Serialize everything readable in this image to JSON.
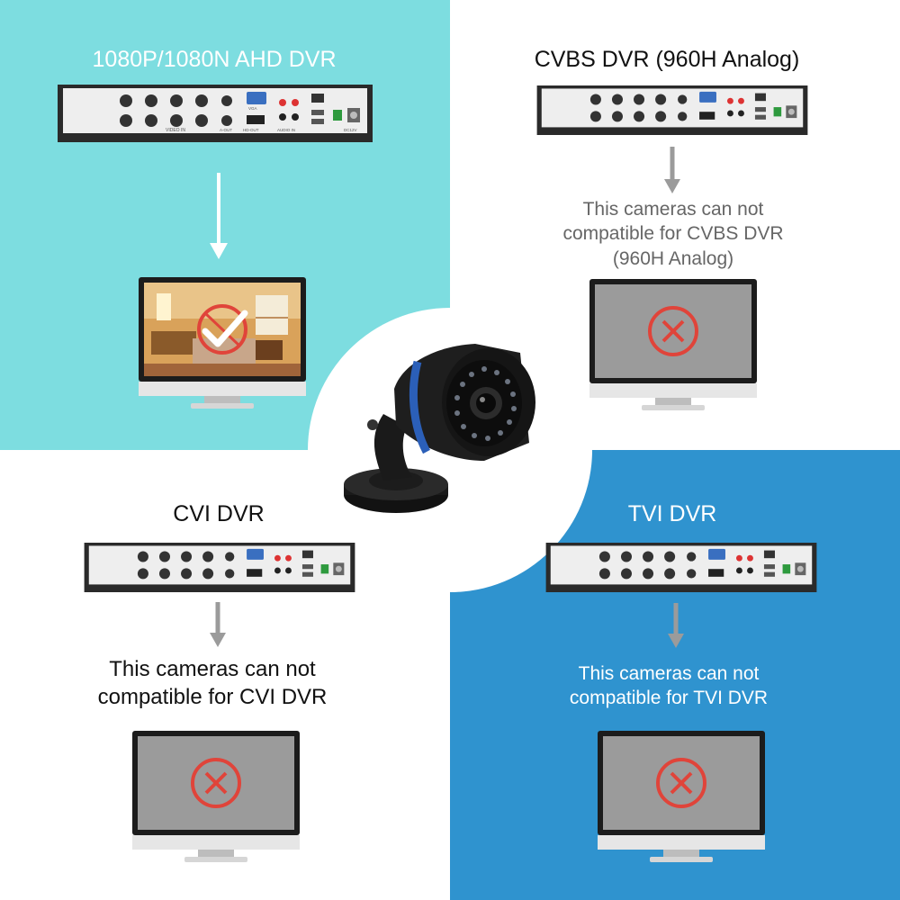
{
  "panels": {
    "ahd": {
      "title": "1080P/1080N AHD DVR",
      "title_color": "#ffffff",
      "dvr_labels": {
        "vga": "VGA",
        "video_in": "VIDEO IN",
        "a_out": "A-OUT",
        "hd_out": "HD-OUT",
        "audio_in": "AUDIO IN",
        "dc12v": "DC12V"
      },
      "result": "compatible"
    },
    "cvbs": {
      "title": "CVBS DVR (960H Analog)",
      "title_color": "#111111",
      "desc_lines": [
        "This cameras can not",
        "compatible for CVBS DVR",
        "(960H Analog)"
      ],
      "desc_color": "#666666",
      "result": "not-compatible"
    },
    "cvi": {
      "title": "CVI DVR",
      "title_color": "#111111",
      "desc_lines": [
        "This cameras can not",
        "compatible for CVI DVR"
      ],
      "desc_color": "#111111",
      "result": "not-compatible"
    },
    "tvi": {
      "title": "TVI DVR",
      "title_color": "#ffffff",
      "desc_lines": [
        "This cameras can not",
        "compatible for TVI DVR"
      ],
      "desc_color": "#ffffff",
      "result": "not-compatible"
    }
  },
  "colors": {
    "teal_bg": "#7ddde0",
    "blue_bg": "#2f93cf",
    "cross": "#e0443a",
    "check_screen": "#d9a25a",
    "arrow_white": "#ffffff",
    "arrow_gray": "#9b9b9b"
  },
  "icons": {
    "monitor": "imac-monitor-icon",
    "cross": "x-circle-icon",
    "check": "checkmark-circle-icon",
    "logo": "apple-logo-icon",
    "camera": "bullet-camera-icon"
  }
}
